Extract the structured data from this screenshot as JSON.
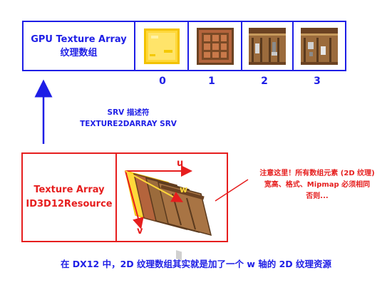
{
  "colors": {
    "blue": "#1e1ee6",
    "red": "#e61e1e",
    "gold": "#ffd83a",
    "wood_dark": "#5a3a1e",
    "wood_mid": "#9b6b3c",
    "wood_light": "#c69a5c",
    "table_orange": "#b4643c"
  },
  "gpu_array": {
    "title_en": "GPU Texture Array",
    "title_zh": "纹理数组",
    "slots": [
      {
        "index": "0",
        "icon": "gold-block-icon"
      },
      {
        "index": "1",
        "icon": "crafting-table-top-icon"
      },
      {
        "index": "2",
        "icon": "crafting-table-side-icon"
      },
      {
        "index": "3",
        "icon": "crafting-table-front-icon"
      }
    ]
  },
  "srv": {
    "line1": "SRV 描述符",
    "line2": "TEXTURE2DARRAY SRV"
  },
  "resource": {
    "title_line1": "Texture Array",
    "title_line2": "ID3D12Resource",
    "axis_u": "u",
    "axis_v": "v",
    "axis_w": "w"
  },
  "note": {
    "line1": "注意这里！所有数组元素 (2D 纹理)",
    "line2": "宽高、格式、Mipmap 必须相同",
    "line3": "否则..."
  },
  "footer": {
    "text": "在 DX12 中，2D 纹理数组其实就是加了一个 w 轴的 2D 纹理资源"
  }
}
